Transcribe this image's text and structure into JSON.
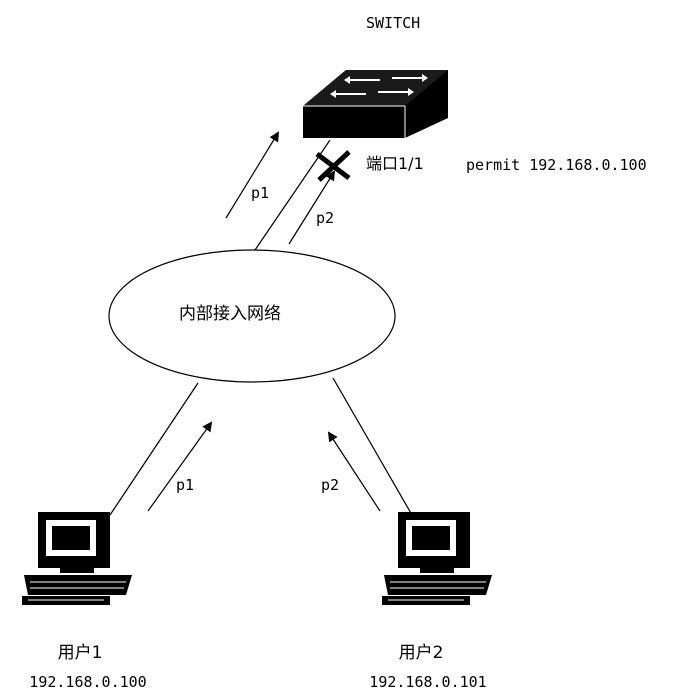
{
  "switch": {
    "label": "SWITCH",
    "icon": "switch-icon"
  },
  "port": {
    "block_icon": "x-mark-icon",
    "text": "端口1/1",
    "rule": "permit 192.168.0.100"
  },
  "network": {
    "label": "内部接入网络"
  },
  "packets": {
    "p1_top": "p1",
    "p2_top": "p2",
    "p1_bottom": "p1",
    "p2_bottom": "p2"
  },
  "users": [
    {
      "name": "用户1",
      "ip": "192.168.0.100",
      "icon": "computer-icon"
    },
    {
      "name": "用户2",
      "ip": "192.168.0.101",
      "icon": "computer-icon"
    }
  ]
}
